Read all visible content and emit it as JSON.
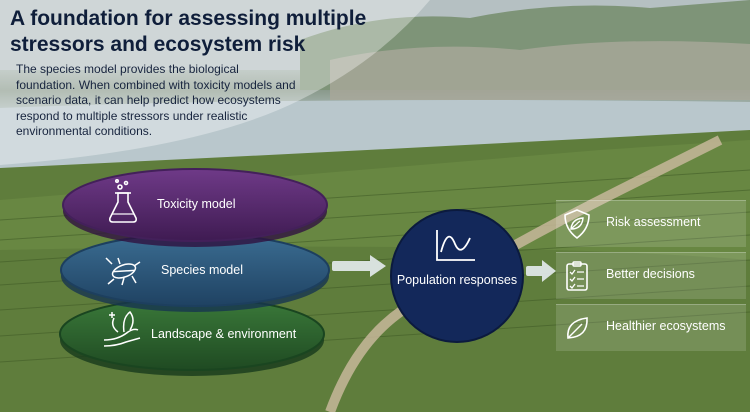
{
  "title": "A foundation for assessing multiple stressors and ecosystem risk",
  "description": "The species model provides the biological foundation. When combined with toxicity models and scenario data, it can help predict how ecosystems respond to multiple stressors under realistic environmental conditions.",
  "layers": [
    {
      "label": "Toxicity model",
      "icon": "flask-icon",
      "color": "#5a2a6e"
    },
    {
      "label": "Species model",
      "icon": "beetle-icon",
      "color": "#2d5878"
    },
    {
      "label": "Landscape & environment",
      "icon": "plant-icon",
      "color": "#2e5f2e"
    }
  ],
  "center": {
    "label": "Population responses",
    "icon": "wave-graph-icon",
    "color": "#14295a"
  },
  "outcomes": [
    {
      "label": "Risk assessment",
      "icon": "shield-leaf-icon"
    },
    {
      "label": "Better decisions",
      "icon": "checklist-icon"
    },
    {
      "label": "Healthier ecosystems",
      "icon": "leaf-icon"
    }
  ]
}
